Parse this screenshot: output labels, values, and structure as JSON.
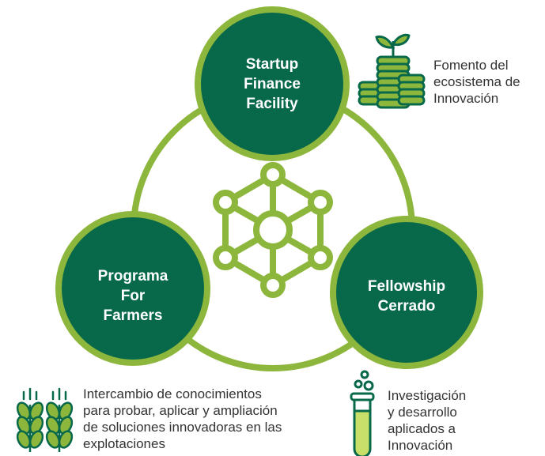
{
  "nodes": {
    "top": [
      "Startup",
      "Finance",
      "Facility"
    ],
    "left": [
      "Programa",
      "For",
      "Farmers"
    ],
    "right": [
      "Fellowship",
      "Cerrado"
    ]
  },
  "captions": {
    "fomento": [
      "Fomento del",
      "ecosistema de",
      "Innovación"
    ],
    "intercambio": [
      "Intercambio de conocimientos",
      "para probar, aplicar  y ampliación",
      "de soluciones innovadoras en las",
      "explotaciones"
    ],
    "investigacion": [
      "Investigación",
      "y desarrollo",
      "aplicados a",
      "Innovación"
    ]
  },
  "colors": {
    "dark_green": "#07684a",
    "light_green": "#8db63c",
    "liquid": "#c8e06a",
    "text": "#333333"
  },
  "icons": {
    "center": "network-hexagon-icon",
    "fomento": "coin-stack-sprout-icon",
    "intercambio": "wheat-icon",
    "investigacion": "test-tube-icon"
  }
}
